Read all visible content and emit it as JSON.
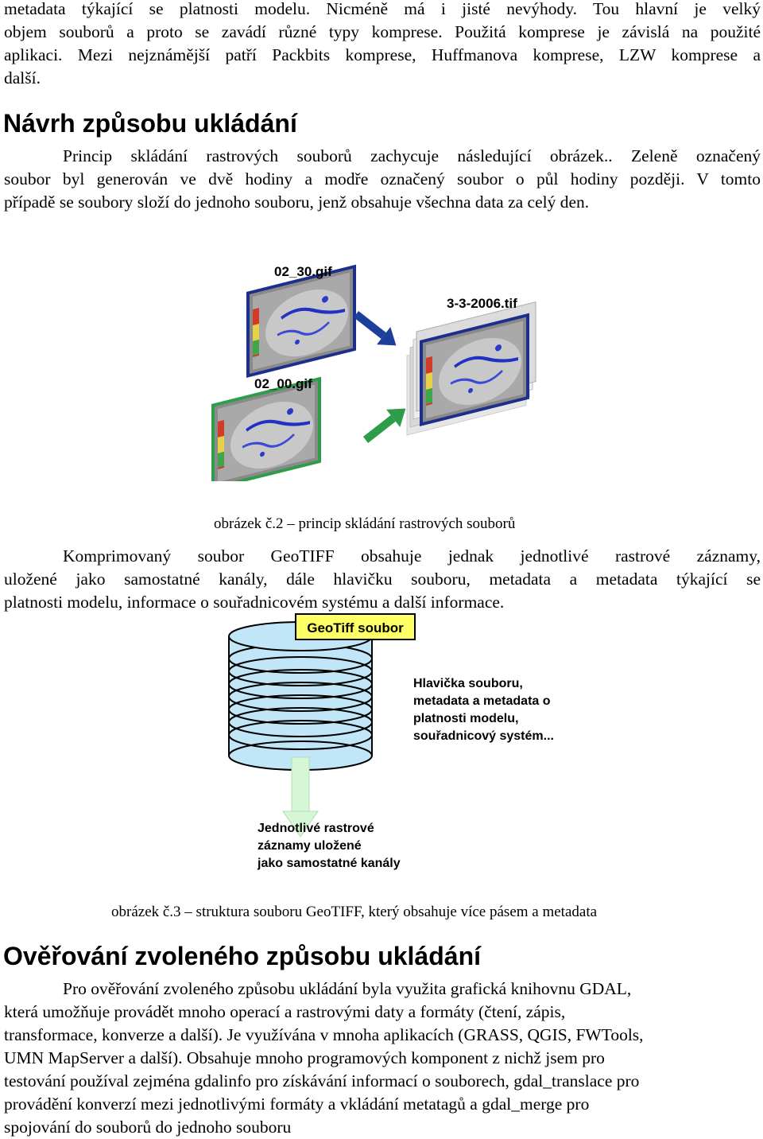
{
  "intro": {
    "lines": [
      "metadata týkající se platnosti modelu. Nicméně má i jisté nevýhody. Tou hlavní je velký",
      "objem souborů a proto se zavádí různé typy komprese. Použitá komprese je závislá na použité",
      "aplikaci. Mezi nejznámější patří Packbits komprese, Huffmanova komprese, LZW komprese a",
      "další."
    ]
  },
  "section1": {
    "heading": "Návrh způsobu ukládání",
    "lines": [
      "Princip skládání rastrových souborů zachycuje následující obrázek.. Zeleně označený",
      "soubor byl generován ve dvě hodiny a modře označený soubor o půl hodiny později. V tomto",
      "případě se soubory složí do jednoho souboru, jenž obsahuje všechna data za celý den."
    ]
  },
  "figure2": {
    "file_top": "02_30.gif",
    "file_bottom": "02_00.gif",
    "file_result": "3-3-2006.tif",
    "caption": "obrázek č.2 – princip skládání rastrových souborů",
    "colors": {
      "blue_arrow": "#1d3f9c",
      "green_arrow": "#2e9d4a"
    }
  },
  "para2": {
    "lines": [
      "Komprimovaný soubor GeoTIFF obsahuje jednak jednotlivé rastrové záznamy,",
      "uložené jako samostatné kanály, dále hlavičku souboru, metadata a metadata týkající se",
      "platnosti modelu, informace o souřadnicovém systému a další informace."
    ]
  },
  "figure3": {
    "box_label": "GeoTiff soubor",
    "header_label": [
      "Hlavička souboru,",
      "metadata a metadata o",
      "platnosti modelu,",
      "souřadnicový systém..."
    ],
    "bands_label": [
      "Jednotlivé rastrové",
      "záznamy uložené",
      "jako samostatné kanály"
    ],
    "caption": "obrázek č.3 – struktura souboru GeoTIFF, který obsahuje více pásem a metadata",
    "colors": {
      "cylinder": "#c0e6f7",
      "box": "#ffff66",
      "arrow": "#d5f7d5"
    }
  },
  "section2": {
    "heading": "Ověřování zvoleného způsobu ukládání",
    "lines": [
      "Pro ověřování zvoleného způsobu ukládání byla využita grafická knihovnu GDAL,",
      "která umožňuje provádět mnoho operací a rastrovými daty a formáty (čtení, zápis,",
      "transformace, konverze a další). Je využívána v mnoha aplikacích  (GRASS, QGIS, FWTools,",
      "UMN MapServer a další).  Obsahuje mnoho programových komponent z nichž jsem pro",
      "testování používal zejména gdalinfo pro získávání informací o souborech, gdal_translace pro",
      "provádění konverzí mezi jednotlivými formáty a vkládání metatagů a gdal_merge pro",
      "spojování do souborů do jednoho souboru"
    ]
  }
}
